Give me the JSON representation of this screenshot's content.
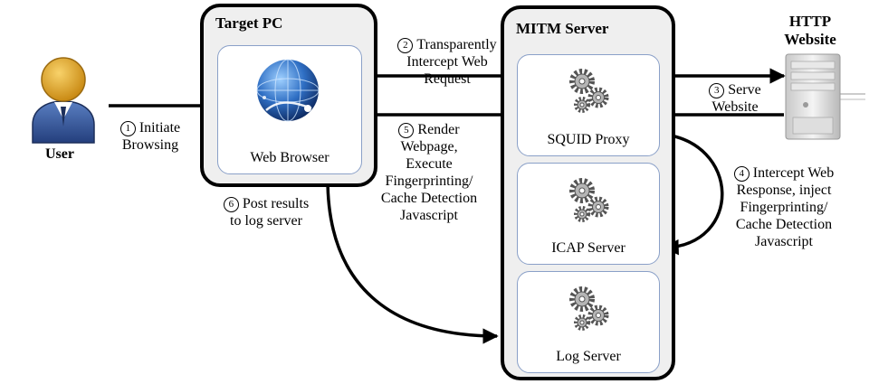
{
  "actors": {
    "user": "User",
    "http_website": [
      "HTTP",
      "Website"
    ]
  },
  "target_pc": {
    "title": "Target PC",
    "web_browser": "Web Browser"
  },
  "mitm_server": {
    "title": "MITM Server",
    "squid_proxy": "SQUID Proxy",
    "icap_server": "ICAP Server",
    "log_server": "Log Server"
  },
  "steps": {
    "s1": {
      "num": "1",
      "lines": [
        "Initiate",
        "Browsing"
      ]
    },
    "s2": {
      "num": "2",
      "lines": [
        "Transparently",
        "Intercept Web",
        "Request"
      ]
    },
    "s3": {
      "num": "3",
      "lines": [
        "Serve",
        "Website"
      ]
    },
    "s4": {
      "num": "4",
      "lines": [
        "Intercept Web",
        "Response, inject",
        "Fingerprinting/",
        "Cache Detection",
        "Javascript"
      ]
    },
    "s5": {
      "num": "5",
      "lines": [
        "Render",
        "Webpage,",
        "Execute",
        "Fingerprinting/",
        "Cache Detection",
        "Javascript"
      ]
    },
    "s6": {
      "num": "6",
      "lines": [
        "Post results",
        "to log server"
      ]
    }
  }
}
